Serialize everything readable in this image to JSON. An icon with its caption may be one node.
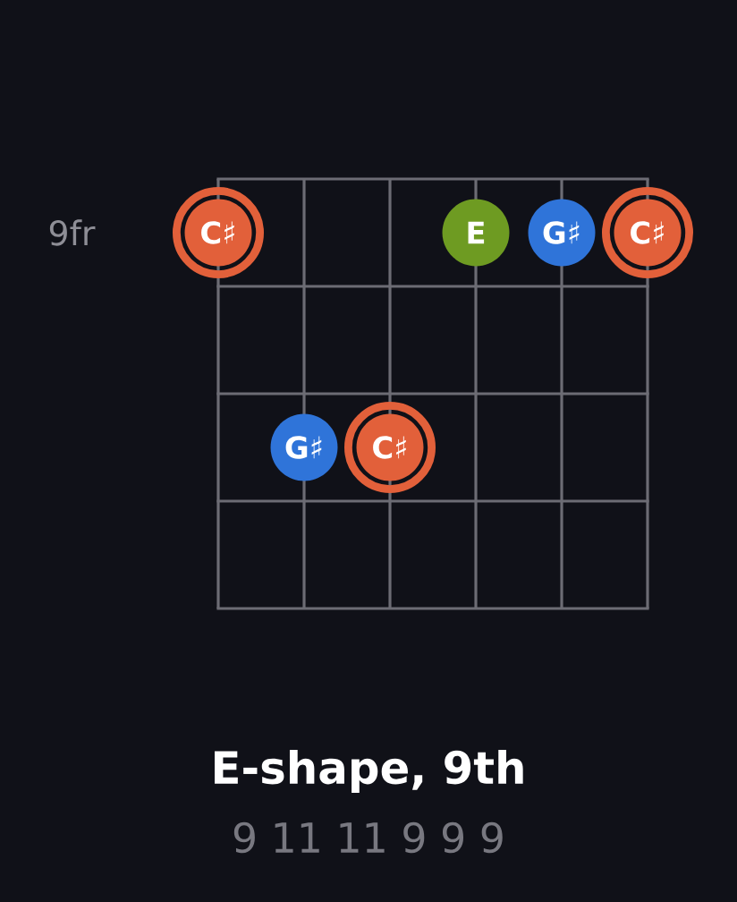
{
  "diagram": {
    "title": "E-shape, 9th",
    "caption": "9 11 11 9 9 9",
    "nodes": [
      {
        "text": [
          "C♯"
        ]
      },
      {
        "text": [
          "E"
        ]
      },
      {
        "text": [
          "G♯"
        ]
      },
      {
        "text": [
          "C♯"
        ]
      },
      {
        "text": [
          "G♯"
        ]
      },
      {
        "text": [
          "C♯"
        ]
      }
    ],
    "labels": [
      "9fr"
    ]
  }
}
